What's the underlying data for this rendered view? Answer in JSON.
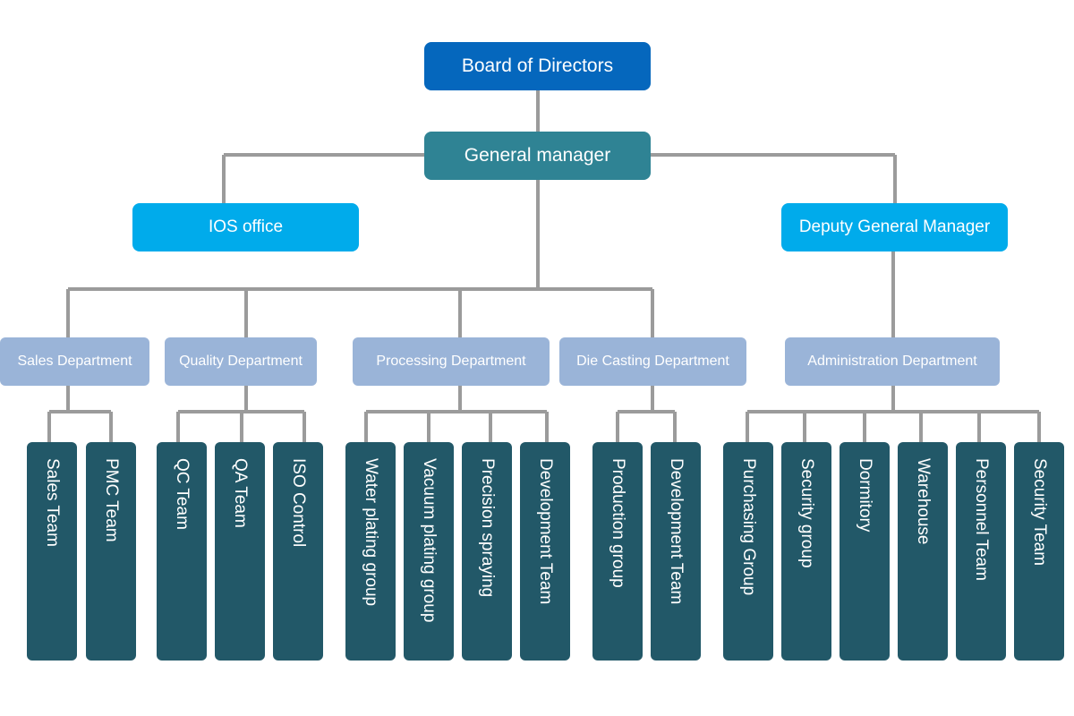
{
  "board": "Board of Directors",
  "general_manager": "General manager",
  "ios_office": "IOS office",
  "deputy_general_manager": "Deputy General Manager",
  "departments": [
    {
      "name": "Sales Department",
      "teams": [
        "Sales Team",
        "PMC Team"
      ]
    },
    {
      "name": "Quality Department",
      "teams": [
        "QC Team",
        "QA Team",
        "ISO Control"
      ]
    },
    {
      "name": "Processing Department",
      "teams": [
        "Water plating group",
        "Vacuum plating group",
        "Precision spraying",
        "Development Team"
      ]
    },
    {
      "name": "Die Casting Department",
      "teams": [
        "Production group",
        "Development Team"
      ]
    },
    {
      "name": "Administration Department",
      "teams": [
        "Purchasing Group",
        "Security group",
        "Dormitory",
        "Warehouse",
        "Personnel Team",
        "Security Team"
      ]
    }
  ],
  "colors": {
    "board": "#0567bd",
    "general_manager": "#2f8394",
    "office": "#00abeb",
    "department": "#9ab4d8",
    "team": "#225868",
    "connector": "#9b9b9b"
  }
}
